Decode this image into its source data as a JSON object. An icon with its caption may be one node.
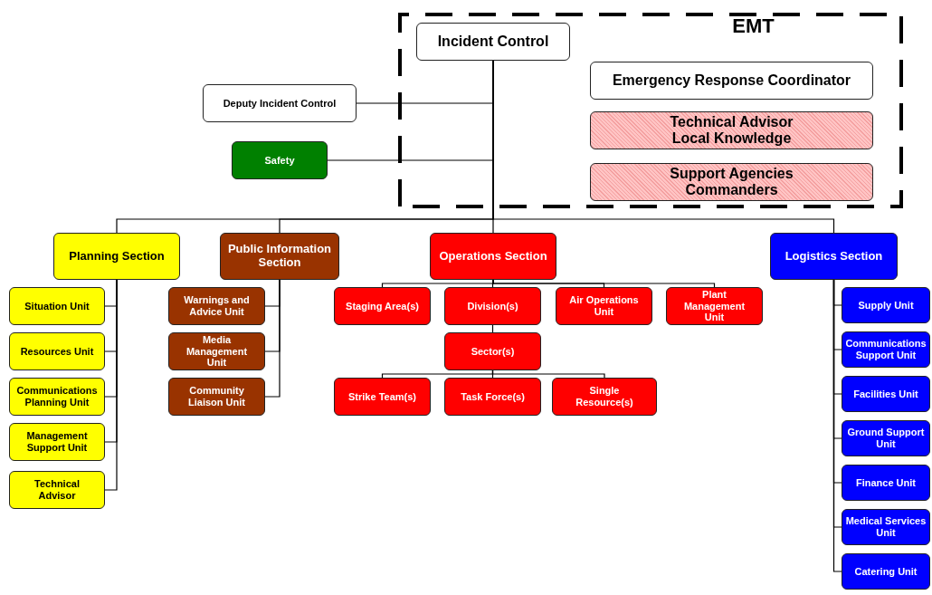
{
  "diagram": {
    "nodes": [
      {
        "text": [
          "EMT"
        ]
      },
      {
        "text": [
          "Incident Control"
        ],
        "in": 0
      },
      {
        "text": [
          "Emergency Response Coordinator"
        ],
        "in": 0
      },
      {
        "text": [
          "Technical Advisor Local Knowledge"
        ],
        "in": 0
      },
      {
        "text": [
          "Support Agencies Commanders"
        ],
        "in": 0
      },
      {
        "text": [
          "Deputy Incident Control"
        ]
      },
      {
        "text": [
          "Safety"
        ]
      },
      {
        "text": [
          "Planning Section"
        ]
      },
      {
        "text": [
          "Public Information Section"
        ]
      },
      {
        "text": [
          "Operations Section"
        ]
      },
      {
        "text": [
          "Logistics Section"
        ]
      },
      {
        "text": [
          "Situation Unit"
        ]
      },
      {
        "text": [
          "Resources Unit"
        ]
      },
      {
        "text": [
          "Communications Planning Unit"
        ]
      },
      {
        "text": [
          "Management Support Unit"
        ]
      },
      {
        "text": [
          "Technical Advisor"
        ]
      },
      {
        "text": [
          "Warnings and Advice Unit"
        ]
      },
      {
        "text": [
          "Media Management Unit"
        ]
      },
      {
        "text": [
          "Community Liaison Unit"
        ]
      },
      {
        "text": [
          "Staging Area(s)"
        ]
      },
      {
        "text": [
          "Division(s)"
        ]
      },
      {
        "text": [
          "Air Operations Unit"
        ]
      },
      {
        "text": [
          "Plant Management Unit"
        ]
      },
      {
        "text": [
          "Sector(s)"
        ]
      },
      {
        "text": [
          "Strike Team(s)"
        ]
      },
      {
        "text": [
          "Task Force(s)"
        ]
      },
      {
        "text": [
          "Single Resource(s)"
        ]
      },
      {
        "text": [
          "Supply Unit"
        ]
      },
      {
        "text": [
          "Communications Support Unit"
        ]
      },
      {
        "text": [
          "Facilities Unit"
        ]
      },
      {
        "text": [
          "Ground Support Unit"
        ]
      },
      {
        "text": [
          "Finance Unit"
        ]
      },
      {
        "text": [
          "Medical Services Unit"
        ]
      },
      {
        "text": [
          "Catering Unit"
        ]
      }
    ],
    "edges": [
      {
        "from": 1,
        "to": 5,
        "arrow": "none"
      },
      {
        "from": 1,
        "to": 6,
        "arrow": "none"
      },
      {
        "from": 1,
        "to": 7,
        "arrow": "none"
      },
      {
        "from": 1,
        "to": 8,
        "arrow": "none"
      },
      {
        "from": 1,
        "to": 9,
        "arrow": "none"
      },
      {
        "from": 1,
        "to": 10,
        "arrow": "none"
      },
      {
        "from": 7,
        "to": 11,
        "arrow": "none"
      },
      {
        "from": 7,
        "to": 12,
        "arrow": "none"
      },
      {
        "from": 7,
        "to": 13,
        "arrow": "none"
      },
      {
        "from": 7,
        "to": 14,
        "arrow": "none"
      },
      {
        "from": 7,
        "to": 15,
        "arrow": "none"
      },
      {
        "from": 8,
        "to": 16,
        "arrow": "none"
      },
      {
        "from": 8,
        "to": 17,
        "arrow": "none"
      },
      {
        "from": 8,
        "to": 18,
        "arrow": "none"
      },
      {
        "from": 9,
        "to": 19,
        "arrow": "none"
      },
      {
        "from": 9,
        "to": 20,
        "arrow": "none"
      },
      {
        "from": 9,
        "to": 21,
        "arrow": "none"
      },
      {
        "from": 9,
        "to": 22,
        "arrow": "none"
      },
      {
        "from": 20,
        "to": 23,
        "arrow": "none"
      },
      {
        "from": 23,
        "to": 24,
        "arrow": "none"
      },
      {
        "from": 23,
        "to": 25,
        "arrow": "none"
      },
      {
        "from": 23,
        "to": 26,
        "arrow": "none"
      },
      {
        "from": 10,
        "to": 27,
        "arrow": "none"
      },
      {
        "from": 10,
        "to": 28,
        "arrow": "none"
      },
      {
        "from": 10,
        "to": 29,
        "arrow": "none"
      },
      {
        "from": 10,
        "to": 30,
        "arrow": "none"
      },
      {
        "from": 10,
        "to": 31,
        "arrow": "none"
      },
      {
        "from": 10,
        "to": 32,
        "arrow": "none"
      },
      {
        "from": 10,
        "to": 33,
        "arrow": "none"
      }
    ]
  }
}
